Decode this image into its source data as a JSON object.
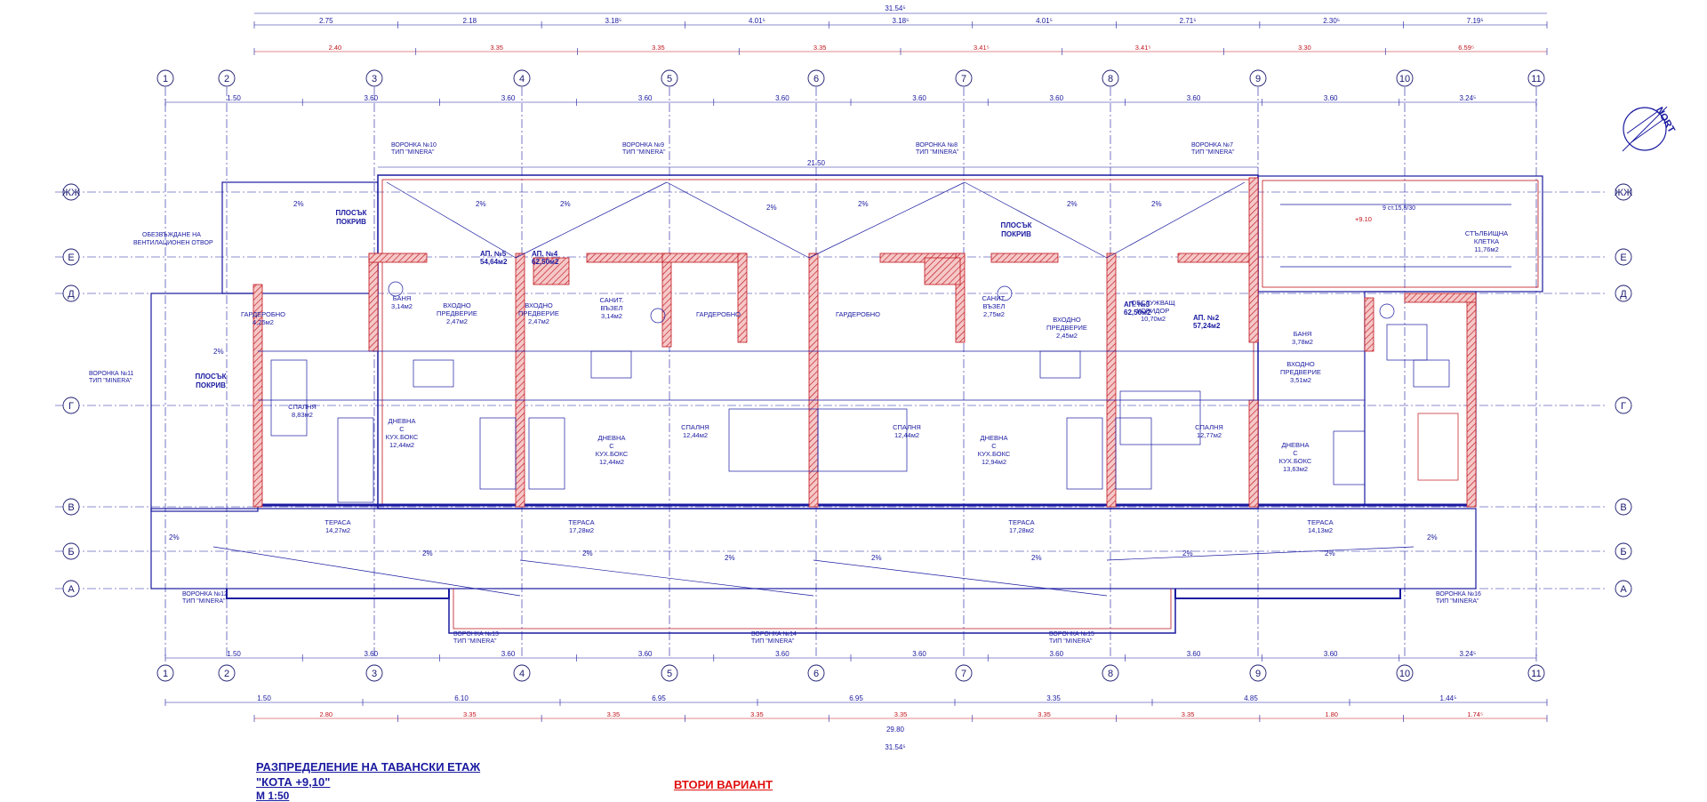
{
  "title": {
    "line1": "РАЗПРЕДЕЛЕНИЕ НА ТАВАНСКИ ЕТАЖ",
    "line2": "\"КОТА +9,10\"",
    "line3": "М 1:50"
  },
  "variant": "ВТОРИ ВАРИАНТ",
  "north_label": "NORT",
  "axes": {
    "columns": [
      "1",
      "2",
      "3",
      "4",
      "5",
      "6",
      "7",
      "8",
      "9",
      "10",
      "11"
    ],
    "rows": [
      "ЖЖ",
      "Е",
      "Д",
      "Г",
      "В",
      "Б",
      "А"
    ]
  },
  "dimensions": {
    "total": "31.54⁵",
    "top_row1": [
      "2.75",
      "2.18",
      "3.18⁵",
      "4.01⁵",
      "3.18⁵",
      "4.01⁵",
      "2.71⁵",
      "2.30⁵",
      "7.19⁵"
    ],
    "top_row3": [
      "2.40",
      "3.35",
      "3.35",
      "3.35",
      "3.41⁵",
      "3.41⁵",
      "3.30",
      "6.59⁵"
    ],
    "axis_spacing": [
      "1.50",
      "3.60",
      "3.60",
      "3.60",
      "3.60",
      "3.60",
      "3.60",
      "3.60",
      "3.60",
      "3.24⁵"
    ],
    "bottom_row1": [
      "1.50",
      "6.10",
      "6.95",
      "6.95",
      "3.35",
      "4.85",
      "1.44⁵"
    ],
    "bottom_row2": [
      "2.80",
      "3.35",
      "3.35",
      "3.35",
      "3.35",
      "3.35",
      "3.35",
      "1.80",
      "1.74⁵"
    ],
    "bottom_total_inner": "29.80",
    "bottom_total": "31.54⁵",
    "roof_width": "21.50"
  },
  "funnels": [
    {
      "name": "ВОРОНКА №10",
      "type": "ТИП \"MINERA\""
    },
    {
      "name": "ВОРОНКА №9",
      "type": "ТИП \"MINERA\""
    },
    {
      "name": "ВОРОНКА №8",
      "type": "ТИП \"MINERA\""
    },
    {
      "name": "ВОРОНКА №7",
      "type": "ТИП \"MINERA\""
    },
    {
      "name": "ВОРОНКА №11",
      "type": "ТИП \"MINERA\""
    },
    {
      "name": "ВОРОНКА №12",
      "type": "ТИП \"MINERA\""
    },
    {
      "name": "ВОРОНКА №13",
      "type": "ТИП \"MINERA\""
    },
    {
      "name": "ВОРОНКА №14",
      "type": "ТИП \"MINERA\""
    },
    {
      "name": "ВОРОНКА №15",
      "type": "ТИП \"MINERA\""
    },
    {
      "name": "ВОРОНКА №16",
      "type": "ТИП \"MINERA\""
    }
  ],
  "apartments": [
    {
      "name": "АП. №5",
      "area": "54,64м2"
    },
    {
      "name": "АП. №4",
      "area": "62,50м2"
    },
    {
      "name": "АП. №3",
      "area": "62,50м2"
    },
    {
      "name": "АП. №2",
      "area": "57,24м2"
    }
  ],
  "rooms": [
    {
      "name": "ГАРДЕРОБНО",
      "area": "4,25м2"
    },
    {
      "name": "БАНЯ",
      "area": "3,14м2"
    },
    {
      "name": "ВХОДНО ПРЕДВЕРИЕ",
      "area": "2,47м2"
    },
    {
      "name": "ВХОДНО ПРЕДВЕРИЕ",
      "area": "2,47м2"
    },
    {
      "name": "САНИТ. ВЪЗЕЛ",
      "area": "3,14м2"
    },
    {
      "name": "ГАРДЕРОБНО",
      "area": ""
    },
    {
      "name": "ГАРДЕРОБНО",
      "area": ""
    },
    {
      "name": "САНИТ. ВЪЗЕЛ",
      "area": "2,75м2"
    },
    {
      "name": "ВХОДНО ПРЕДВЕРИЕ",
      "area": "2,45м2"
    },
    {
      "name": "ОБСЛУЖВАЩ КОРИДОР",
      "area": "10,70м2"
    },
    {
      "name": "БАНЯ",
      "area": "3,78м2"
    },
    {
      "name": "ВХОДНО ПРЕДВЕРИЕ",
      "area": "3,51м2"
    },
    {
      "name": "СТЪЛБИЩНА КЛЕТКА",
      "area": "11,76м2"
    },
    {
      "name": "СПАЛНЯ",
      "area": "8,83м2"
    },
    {
      "name": "ДНЕВНА С КУХ.БОКС",
      "area": "12,44м2"
    },
    {
      "name": "ДНЕВНА С КУХ.БОКС",
      "area": "12,44м2"
    },
    {
      "name": "СПАЛНЯ",
      "area": "12,44м2"
    },
    {
      "name": "СПАЛНЯ",
      "area": "12,44м2"
    },
    {
      "name": "ДНЕВНА С КУХ.БОКС",
      "area": "12,94м2"
    },
    {
      "name": "СПАЛНЯ",
      "area": "12,77м2"
    },
    {
      "name": "ДНЕВНА С КУХ.БОКС",
      "area": "13,63м2"
    },
    {
      "name": "ТЕРАСА",
      "area": "14,27м2"
    },
    {
      "name": "ТЕРАСА",
      "area": "17,28м2"
    },
    {
      "name": "ТЕРАСА",
      "area": "17,28м2"
    },
    {
      "name": "ТЕРАСА",
      "area": "14,13м2"
    }
  ],
  "roofs": [
    "ПЛОСЪК ПОКРИВ",
    "ПЛОСЪК ПОКРИВ",
    "ПЛОСЪК ПОКРИВ"
  ],
  "slope": "2%",
  "notes": [
    "ОБЕЗВЪЖДАНЕ НА ВЕНТИЛАЦИОНЕН ОТВОР",
    "+9.10",
    "9 ст.15,8/30"
  ],
  "colors": {
    "structure": "#1a1aa0",
    "walls": "#c0141c",
    "dims": "#c0141c"
  }
}
